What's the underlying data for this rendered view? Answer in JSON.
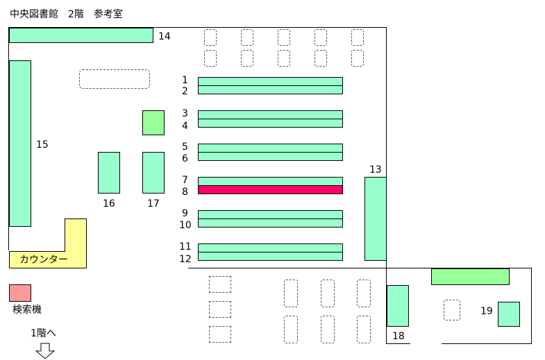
{
  "title": "中央図書館　2階　参考室",
  "counter_label": "カウンター",
  "kiosk_label": "検索機",
  "stairs_label": "1階へ",
  "shelf_labels": {
    "s1": "1",
    "s2": "2",
    "s3": "3",
    "s4": "4",
    "s5": "5",
    "s6": "6",
    "s7": "7",
    "s8": "8",
    "s9": "9",
    "s10": "10",
    "s11": "11",
    "s12": "12",
    "s13": "13",
    "s14": "14",
    "s15": "15",
    "s16": "16",
    "s17": "17",
    "s18": "18",
    "s19": "19"
  },
  "highlighted_shelf": "8",
  "colors": {
    "shelf": "#99ffcc",
    "highlight": "#ff0066",
    "table_green": "#99ff99",
    "counter": "#ffff99",
    "kiosk": "#ff9999"
  },
  "icons": {
    "stairs": "down-arrow-icon"
  }
}
